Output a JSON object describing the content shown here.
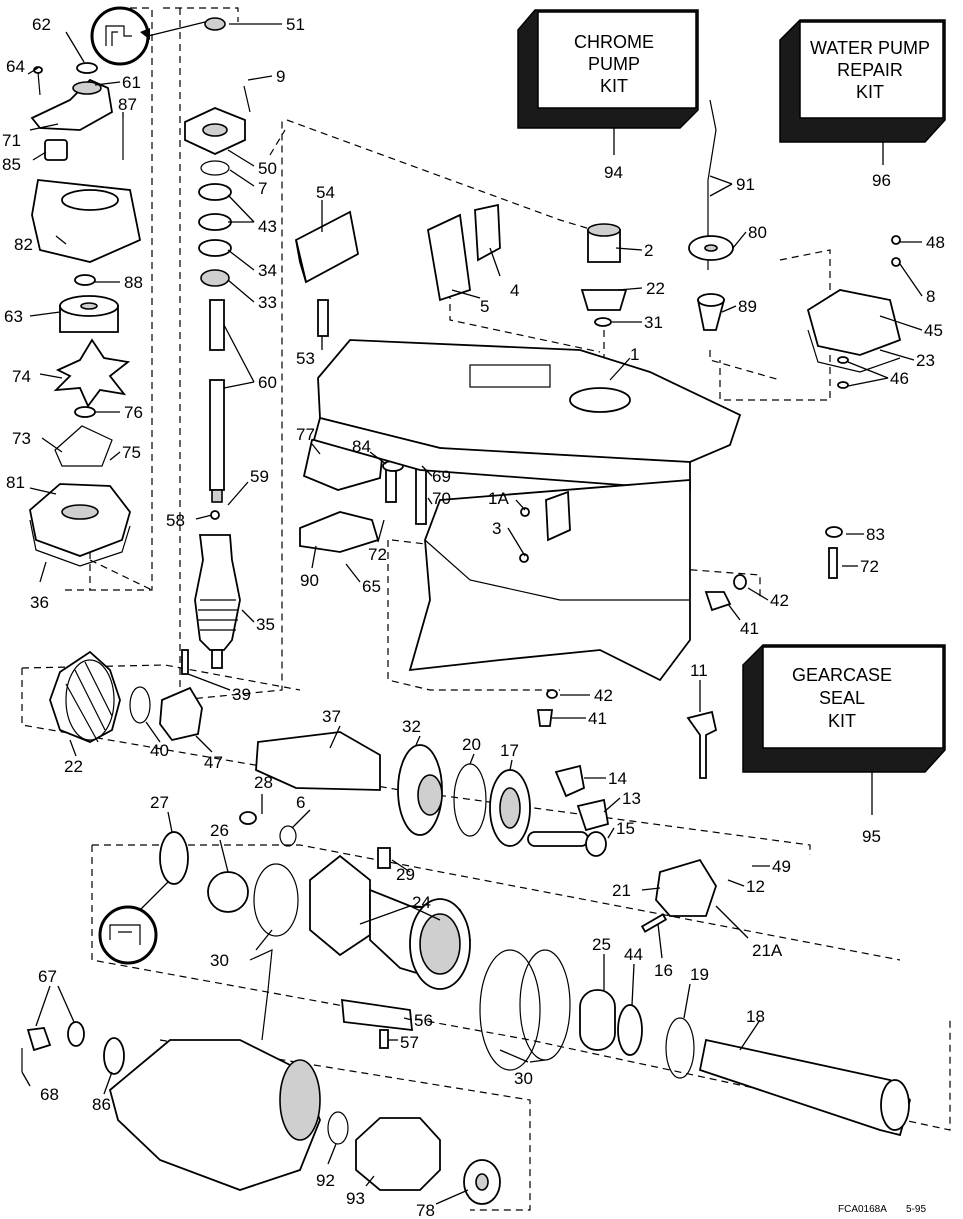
{
  "kits": [
    {
      "id": "chrome-pump-kit",
      "lines": [
        "CHROME",
        "PUMP",
        "KIT"
      ],
      "ref": "94"
    },
    {
      "id": "water-pump-repair-kit",
      "lines": [
        "WATER PUMP",
        "REPAIR",
        "KIT"
      ],
      "ref": "96"
    },
    {
      "id": "gearcase-seal-kit",
      "lines": [
        "GEARCASE",
        "SEAL",
        "KIT"
      ],
      "ref": "95"
    }
  ],
  "callouts": [
    {
      "label": "62"
    },
    {
      "label": "51"
    },
    {
      "label": "64"
    },
    {
      "label": "61"
    },
    {
      "label": "9"
    },
    {
      "label": "87"
    },
    {
      "label": "71"
    },
    {
      "label": "50"
    },
    {
      "label": "85"
    },
    {
      "label": "7"
    },
    {
      "label": "43"
    },
    {
      "label": "54"
    },
    {
      "label": "82"
    },
    {
      "label": "88"
    },
    {
      "label": "34"
    },
    {
      "label": "33"
    },
    {
      "label": "63"
    },
    {
      "label": "53"
    },
    {
      "label": "74"
    },
    {
      "label": "60"
    },
    {
      "label": "76"
    },
    {
      "label": "73"
    },
    {
      "label": "75"
    },
    {
      "label": "81"
    },
    {
      "label": "59"
    },
    {
      "label": "58"
    },
    {
      "label": "36"
    },
    {
      "label": "35"
    },
    {
      "label": "39"
    },
    {
      "label": "77"
    },
    {
      "label": "84"
    },
    {
      "label": "69"
    },
    {
      "label": "70"
    },
    {
      "label": "72"
    },
    {
      "label": "90"
    },
    {
      "label": "65"
    },
    {
      "label": "2"
    },
    {
      "label": "4"
    },
    {
      "label": "5"
    },
    {
      "label": "22"
    },
    {
      "label": "31"
    },
    {
      "label": "1"
    },
    {
      "label": "91"
    },
    {
      "label": "80"
    },
    {
      "label": "89"
    },
    {
      "label": "48"
    },
    {
      "label": "8"
    },
    {
      "label": "45"
    },
    {
      "label": "23"
    },
    {
      "label": "46"
    },
    {
      "label": "1A"
    },
    {
      "label": "3"
    },
    {
      "label": "83"
    },
    {
      "label": "72"
    },
    {
      "label": "42"
    },
    {
      "label": "41"
    },
    {
      "label": "42"
    },
    {
      "label": "41"
    },
    {
      "label": "11"
    },
    {
      "label": "22"
    },
    {
      "label": "40"
    },
    {
      "label": "47"
    },
    {
      "label": "37"
    },
    {
      "label": "32"
    },
    {
      "label": "20"
    },
    {
      "label": "17"
    },
    {
      "label": "14"
    },
    {
      "label": "13"
    },
    {
      "label": "15"
    },
    {
      "label": "28"
    },
    {
      "label": "6"
    },
    {
      "label": "27"
    },
    {
      "label": "26"
    },
    {
      "label": "29"
    },
    {
      "label": "24"
    },
    {
      "label": "49"
    },
    {
      "label": "12"
    },
    {
      "label": "21"
    },
    {
      "label": "21A"
    },
    {
      "label": "30"
    },
    {
      "label": "25"
    },
    {
      "label": "44"
    },
    {
      "label": "16"
    },
    {
      "label": "19"
    },
    {
      "label": "67"
    },
    {
      "label": "56"
    },
    {
      "label": "57"
    },
    {
      "label": "18"
    },
    {
      "label": "30"
    },
    {
      "label": "68"
    },
    {
      "label": "86"
    },
    {
      "label": "92"
    },
    {
      "label": "93"
    },
    {
      "label": "78"
    }
  ],
  "footer": {
    "code": "FCA0168A",
    "date": "5-95"
  }
}
